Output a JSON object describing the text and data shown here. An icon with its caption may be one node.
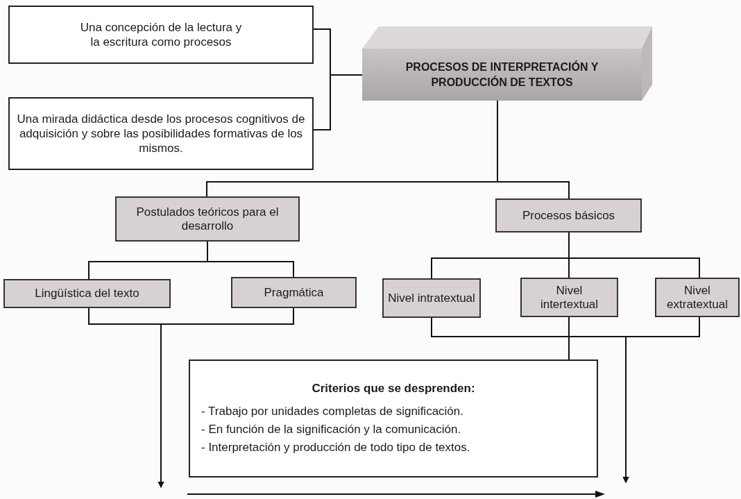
{
  "diagram": {
    "nodes": [
      {
        "text": [
          "Una concepción de la lectura y la escritura como procesos"
        ]
      },
      {
        "text": [
          "Una mirada didáctica desde los procesos cognitivos de adquisición y sobre las posibilidades formativas de los mismos."
        ]
      },
      {
        "text": [
          "PROCESOS DE INTERPRETACIÓN Y PRODUCCIÓN DE TEXTOS"
        ]
      },
      {
        "text": [
          "Postulados teóricos para el desarrollo"
        ]
      },
      {
        "text": [
          "Procesos básicos"
        ]
      },
      {
        "text": [
          "Lingüística del texto"
        ]
      },
      {
        "text": [
          "Pragmática"
        ]
      },
      {
        "text": [
          "Nivel intratextual"
        ]
      },
      {
        "text": [
          "Nivel intertextual"
        ]
      },
      {
        "text": [
          "Nivel extratextual"
        ]
      },
      {
        "text": [
          "Criterios que se desprenden:",
          "- Trabajo por unidades completas de significación.",
          "- En función de la significación y la comunicación.",
          "- Interpretación y producción de todo tipo de textos."
        ]
      }
    ],
    "edges": [
      {
        "from": 0,
        "to": 2,
        "arrow": "none"
      },
      {
        "from": 1,
        "to": 2,
        "arrow": "none"
      },
      {
        "from": 2,
        "to": 3,
        "arrow": "none"
      },
      {
        "from": 2,
        "to": 4,
        "arrow": "none"
      },
      {
        "from": 3,
        "to": 5,
        "arrow": "none"
      },
      {
        "from": 3,
        "to": 6,
        "arrow": "none"
      },
      {
        "from": 4,
        "to": 7,
        "arrow": "none"
      },
      {
        "from": 4,
        "to": 8,
        "arrow": "none"
      },
      {
        "from": 4,
        "to": 9,
        "arrow": "none"
      },
      {
        "from": 5,
        "to": null,
        "arrow": "to"
      },
      {
        "from": 6,
        "to": null,
        "arrow": "to"
      },
      {
        "from": 7,
        "to": null,
        "arrow": "to"
      },
      {
        "from": 8,
        "to": null,
        "arrow": "to"
      },
      {
        "from": 9,
        "to": null,
        "arrow": "to"
      },
      {
        "from": 8,
        "to": 10,
        "arrow": "none"
      }
    ]
  }
}
